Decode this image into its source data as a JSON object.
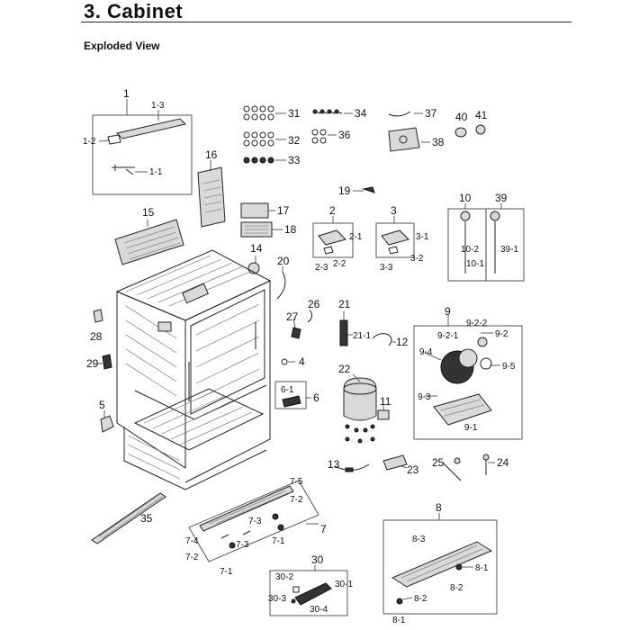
{
  "header": {
    "title": "3.  Cabinet",
    "subtitle": "Exploded View"
  },
  "labels": {
    "p1": "1",
    "p1_1": "1-1",
    "p1_2": "1-2",
    "p1_3": "1-3",
    "p2": "2",
    "p2_1": "2-1",
    "p2_2": "2-2",
    "p2_3": "2-3",
    "p3": "3",
    "p3_1": "3-1",
    "p3_2": "3-2",
    "p3_3": "3-3",
    "p4": "4",
    "p5": "5",
    "p6": "6",
    "p6_1": "6-1",
    "p7": "7",
    "p7_1a": "7-1",
    "p7_1b": "7-1",
    "p7_2a": "7-2",
    "p7_2b": "7-2",
    "p7_3a": "7-3",
    "p7_3b": "7-3",
    "p7_4": "7-4",
    "p7_5": "7-5",
    "p8": "8",
    "p8_1a": "8-1",
    "p8_1b": "8-1",
    "p8_2a": "8-2",
    "p8_2b": "8-2",
    "p8_3": "8-3",
    "p9": "9",
    "p9_1": "9-1",
    "p9_2": "9-2",
    "p9_2_1": "9-2-1",
    "p9_2_2": "9-2-2",
    "p9_3": "9-3",
    "p9_4": "9-4",
    "p9_5": "9-5",
    "p10": "10",
    "p10_1": "10-1",
    "p10_2": "10-2",
    "p11": "11",
    "p12": "12",
    "p13": "13",
    "p14": "14",
    "p15": "15",
    "p16": "16",
    "p17": "17",
    "p18": "18",
    "p19": "19",
    "p20": "20",
    "p21": "21",
    "p21_1": "21-1",
    "p22": "22",
    "p23": "23",
    "p24": "24",
    "p25": "25",
    "p26": "26",
    "p27": "27",
    "p28": "28",
    "p29": "29",
    "p30": "30",
    "p30_1": "30-1",
    "p30_2": "30-2",
    "p30_3": "30-3",
    "p30_4": "30-4",
    "p31": "31",
    "p32": "32",
    "p33": "33",
    "p34": "34",
    "p35": "35",
    "p36": "36",
    "p37": "37",
    "p38": "38",
    "p39": "39",
    "p39_1": "39-1",
    "p40": "40",
    "p41": "41"
  }
}
